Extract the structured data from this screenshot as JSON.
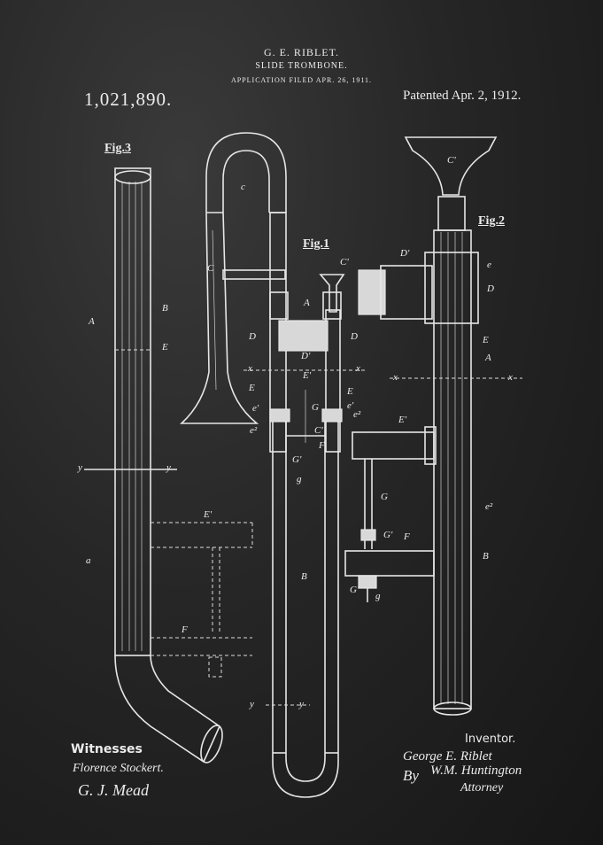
{
  "header": {
    "inventor_name": "G. E. RIBLET.",
    "title": "SLIDE TROMBONE.",
    "application": "APPLICATION FILED APR. 26, 1911.",
    "patent_number": "1,021,890.",
    "patented": "Patented Apr. 2, 1912."
  },
  "figures": {
    "fig1": "Fig.1",
    "fig2": "Fig.2",
    "fig3": "Fig.3"
  },
  "labels": {
    "c_lower": "c",
    "C": "C",
    "D": "D",
    "D1": "D'",
    "A": "A",
    "C1": "C'",
    "x": "x",
    "E": "E",
    "E1": "E'",
    "e1": "e'",
    "e2": "e²",
    "G": "G",
    "G1": "G'",
    "g": "g",
    "F": "F",
    "B": "B",
    "y": "y",
    "a": "a",
    "e": "e",
    "D_fig2": "D"
  },
  "signatures": {
    "witnesses_heading": "Witnesses",
    "witness1": "Florence Stockert.",
    "witness2": "G. J. Mead",
    "inventor_heading": "Inventor.",
    "inventor_sig": "George E. Riblet",
    "attorney_by": "By",
    "attorney_sig": "W.M. Huntington",
    "attorney_role": "Attorney"
  }
}
